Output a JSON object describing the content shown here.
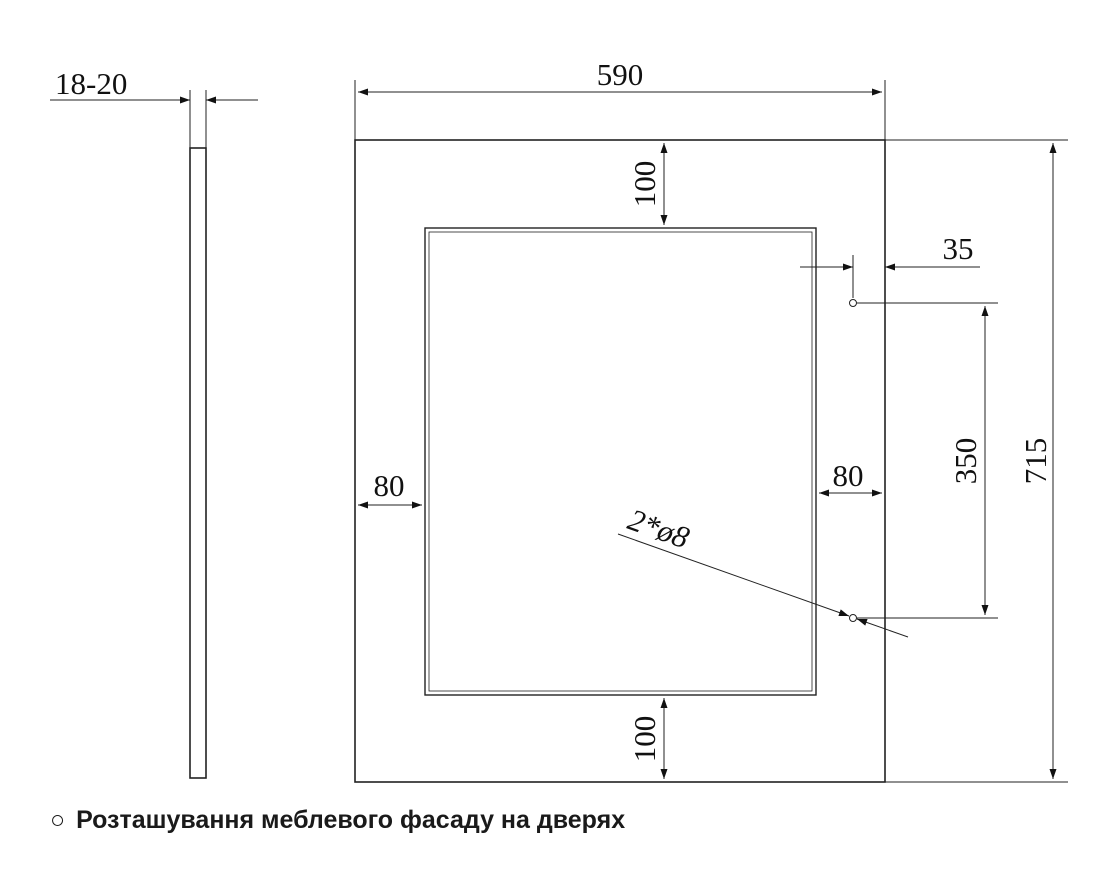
{
  "dimensions": {
    "thickness": "18-20",
    "width": "590",
    "height": "715",
    "top_margin": "100",
    "bottom_margin": "100",
    "left_margin": "80",
    "right_margin": "80",
    "hole_offset": "35",
    "hole_spacing": "350",
    "holes": "2*ø8"
  },
  "caption": {
    "bullet": "○",
    "text": "Розташування меблевого фасаду на дверях"
  },
  "colors": {
    "line": "#222222",
    "text": "#111111"
  }
}
